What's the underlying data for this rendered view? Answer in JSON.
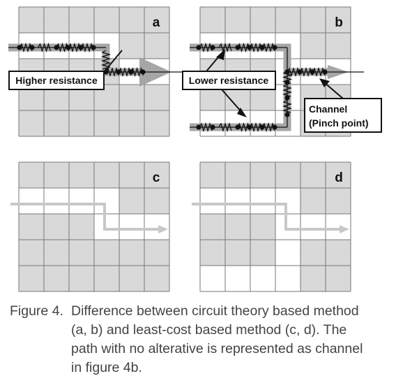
{
  "panels": [
    {
      "letter": "a",
      "cols": 6,
      "rows": 5,
      "grid": [
        "GGGGGG",
        "WWWWGG",
        "GGGGWW",
        "GGGGGG",
        "GGGGGG"
      ]
    },
    {
      "letter": "b",
      "cols": 6,
      "rows": 5,
      "grid": [
        "GGGGGG",
        "WWWWGG",
        "GGGWWW",
        "GGGWGG",
        "WWWWGG"
      ]
    },
    {
      "letter": "c",
      "cols": 6,
      "rows": 5,
      "grid": [
        "GGGGGG",
        "WWWWGG",
        "GGGWWW",
        "GGGGGG",
        "GGGGGG"
      ]
    },
    {
      "letter": "d",
      "cols": 6,
      "rows": 5,
      "grid": [
        "GGGGGG",
        "WWWWGG",
        "GGGWWW",
        "GGGWGG",
        "WWWWGG"
      ]
    }
  ],
  "labels": {
    "higher": "Higher resistance",
    "lower": "Lower resistance",
    "channel_1": "Channel",
    "channel_2": "(Pinch point)"
  },
  "colors": {
    "gray_cell": "#d9d9d9",
    "white_cell": "#ffffff",
    "grid_line": "#777777",
    "path_band": "#a6a6a6",
    "lc_path": "#c8c8c8",
    "ink": "#111111"
  },
  "caption": {
    "label": "Figure 4.",
    "line1": "Difference between circuit theory based method",
    "line2": "(a, b) and least-cost based method (c, d). The",
    "line3": "path with no alterative is represented as channel",
    "line4": "in figure 4b."
  }
}
